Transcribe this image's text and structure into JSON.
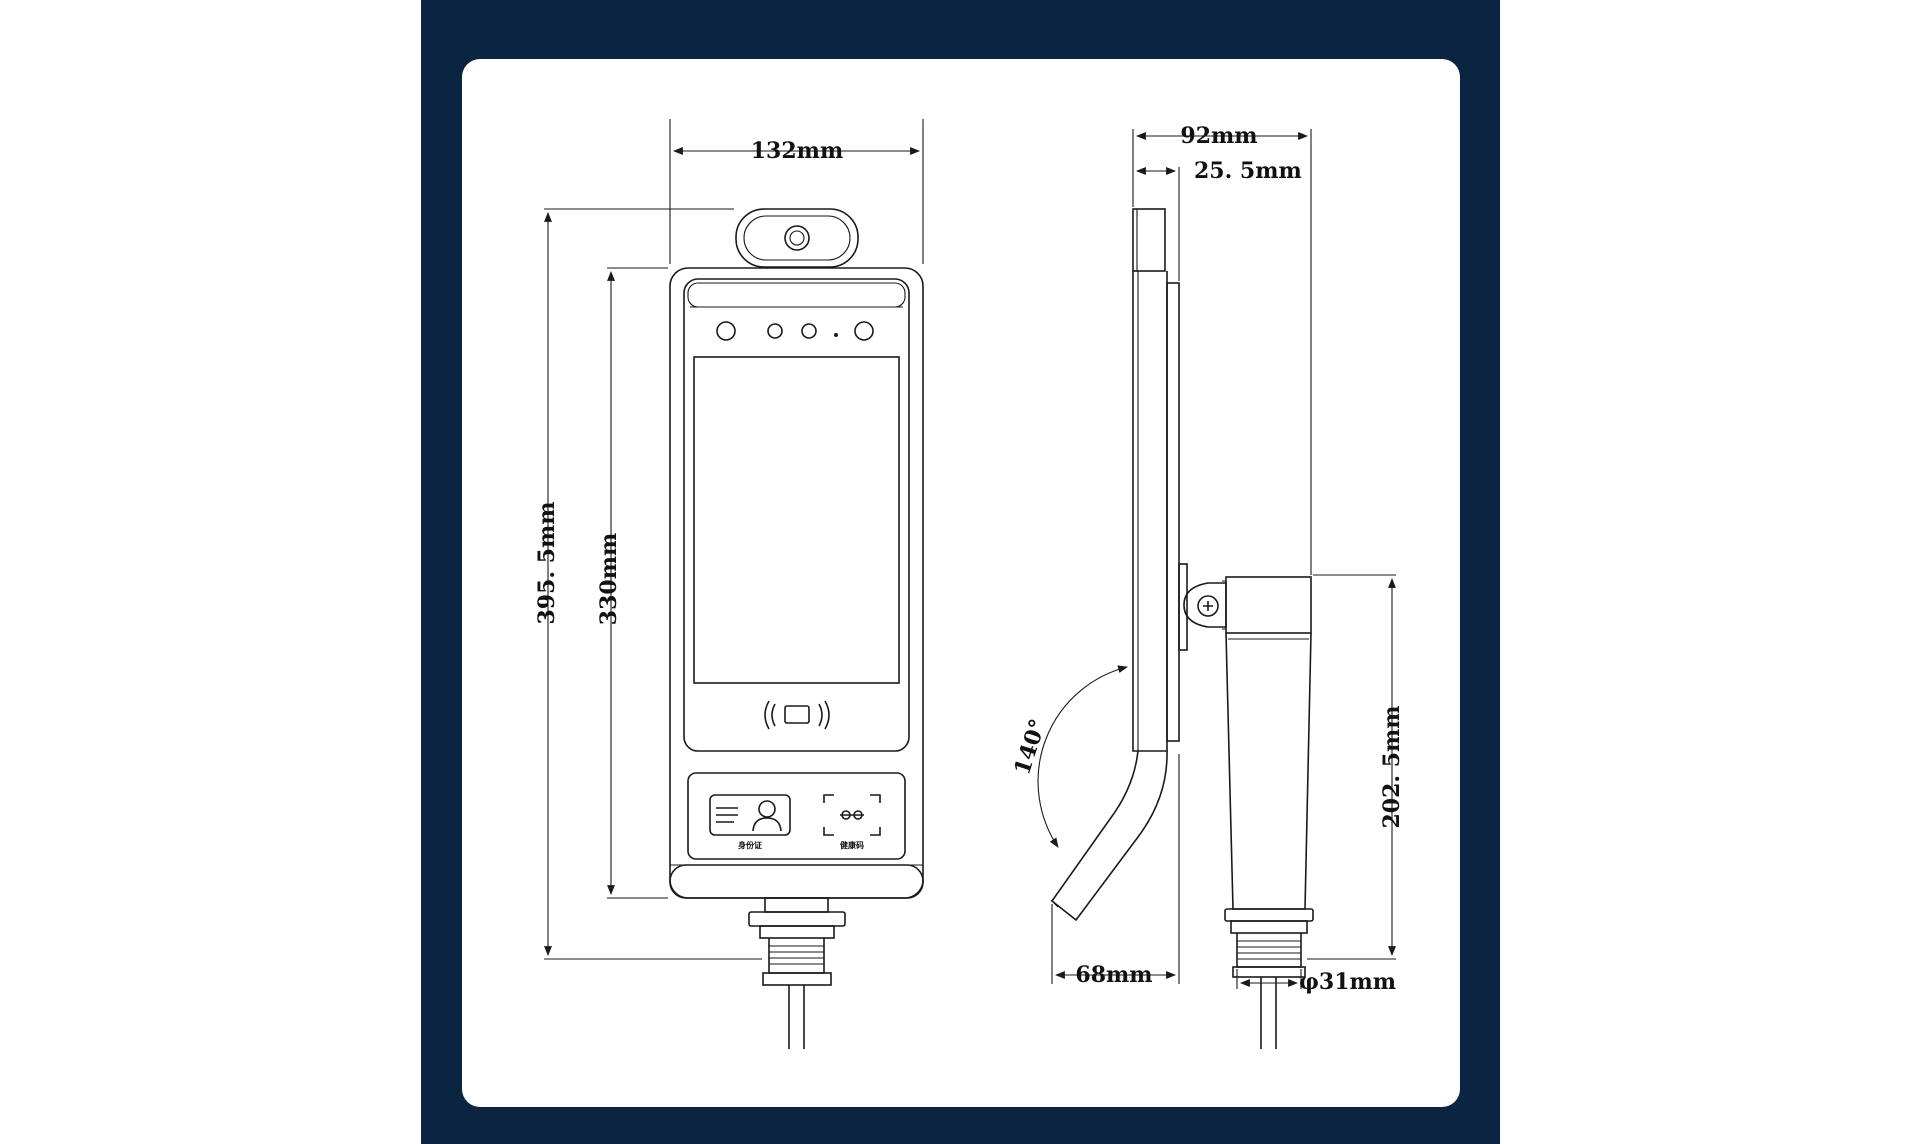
{
  "dimensions": {
    "front_width": "132mm",
    "total_height": "395. 5mm",
    "body_height": "330mm",
    "side_depth": "92mm",
    "top_depth": "25. 5mm",
    "angle": "140°",
    "bracket_offset": "68mm",
    "pole_height": "202. 5mm",
    "thread_diameter": "φ31mm"
  },
  "icons": {
    "id_card_label": "身份证",
    "qr_label": "健康码"
  },
  "colors": {
    "navy_background": "#0b2442",
    "paper": "#ffffff",
    "line": "#1a1a1a"
  }
}
